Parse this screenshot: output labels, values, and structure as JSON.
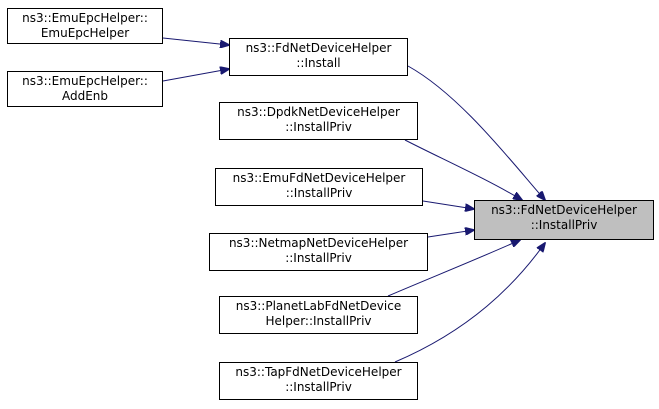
{
  "diagram": {
    "colors": {
      "edge": "#191970",
      "node_border": "#000000",
      "node_fill": "#ffffff",
      "focus_fill": "#bfbfbf"
    },
    "nodes": [
      {
        "id": "emu_epc_ctor",
        "line1": "ns3::EmuEpcHelper::",
        "line2": "EmuEpcHelper"
      },
      {
        "id": "emu_epc_addenb",
        "line1": "ns3::EmuEpcHelper::",
        "line2": "AddEnb"
      },
      {
        "id": "fd_install",
        "line1": "ns3::FdNetDeviceHelper",
        "line2": "::Install"
      },
      {
        "id": "dpdk_installpriv",
        "line1": "ns3::DpdkNetDeviceHelper",
        "line2": "::InstallPriv"
      },
      {
        "id": "emufd_installpriv",
        "line1": "ns3::EmuFdNetDeviceHelper",
        "line2": "::InstallPriv"
      },
      {
        "id": "netmap_installpriv",
        "line1": "ns3::NetmapNetDeviceHelper",
        "line2": "::InstallPriv"
      },
      {
        "id": "planetlab_installpriv",
        "line1": "ns3::PlanetLabFdNetDevice",
        "line2": "Helper::InstallPriv"
      },
      {
        "id": "tapfd_installpriv",
        "line1": "ns3::TapFdNetDeviceHelper",
        "line2": "::InstallPriv"
      },
      {
        "id": "fd_installpriv",
        "line1": "ns3::FdNetDeviceHelper",
        "line2": "::InstallPriv"
      }
    ],
    "edges": [
      {
        "from": "emu_epc_ctor",
        "to": "fd_install"
      },
      {
        "from": "emu_epc_addenb",
        "to": "fd_install"
      },
      {
        "from": "fd_install",
        "to": "fd_installpriv"
      },
      {
        "from": "dpdk_installpriv",
        "to": "fd_installpriv"
      },
      {
        "from": "emufd_installpriv",
        "to": "fd_installpriv"
      },
      {
        "from": "netmap_installpriv",
        "to": "fd_installpriv"
      },
      {
        "from": "planetlab_installpriv",
        "to": "fd_installpriv"
      },
      {
        "from": "tapfd_installpriv",
        "to": "fd_installpriv"
      }
    ]
  }
}
